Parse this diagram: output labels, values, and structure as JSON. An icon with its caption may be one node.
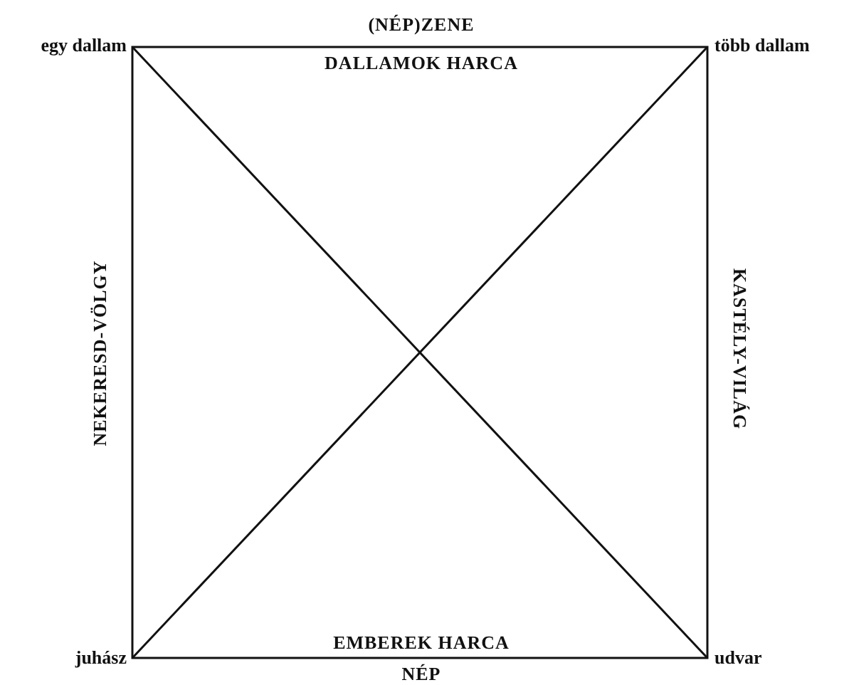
{
  "diagram": {
    "nodes": [
      {
        "text": [
          "egy dallam"
        ]
      },
      {
        "text": [
          "több dallam"
        ]
      },
      {
        "text": [
          "juhász"
        ]
      },
      {
        "text": [
          "udvar"
        ]
      }
    ],
    "edges": [
      {
        "from": 0,
        "to": 3,
        "arrow": "none"
      },
      {
        "from": 2,
        "to": 1,
        "arrow": "none"
      }
    ],
    "labels": [
      "(NÉP)ZENE",
      "DALLAMOK HARCA",
      "NEKERESD-VÖLGY",
      "KASTÉLY-VILÁG",
      "EMBEREK HARCA",
      "NÉP"
    ]
  }
}
